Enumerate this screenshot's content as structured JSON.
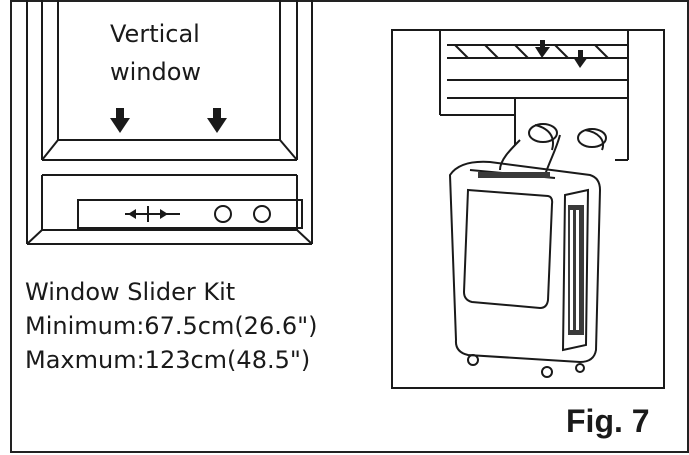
{
  "window_label": {
    "line1": "Vertical",
    "line2": "window"
  },
  "kit": {
    "title": "Window Slider Kit",
    "minimum": "Minimum:67.5cm(26.6\")",
    "maximum": "Maxmum:123cm(48.5\")"
  },
  "figure_label": "Fig. 7",
  "colors": {
    "ink": "#1a1a1a",
    "shade": "#3a3a3a",
    "background": "#ffffff"
  }
}
